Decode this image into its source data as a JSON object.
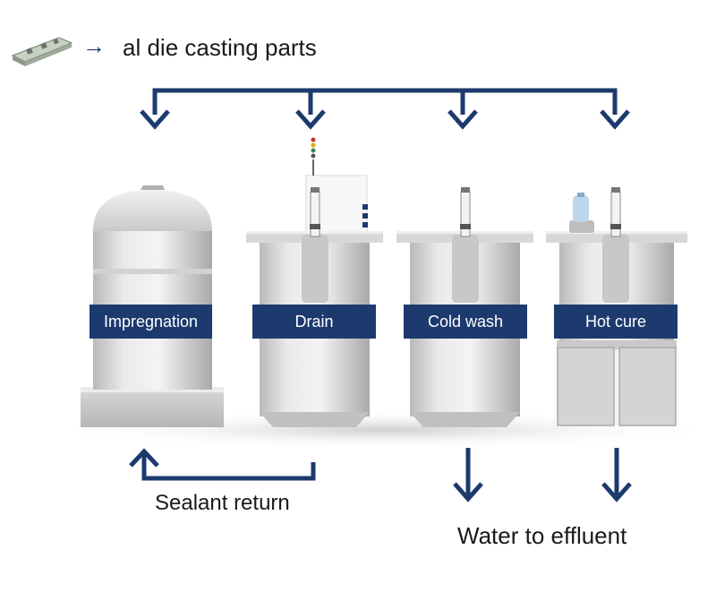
{
  "header": {
    "arrow_glyph": "→",
    "text": "al die casting parts"
  },
  "stages": [
    {
      "label": "Impregnation"
    },
    {
      "label": "Drain"
    },
    {
      "label": "Cold wash"
    },
    {
      "label": "Hot cure"
    }
  ],
  "labels": {
    "sealant_return": "Sealant return",
    "water_to_effluent": "Water to effluent"
  },
  "colors": {
    "accent_blue": "#1d3a6e",
    "tank_light": "#e6e6e6",
    "tank_shadow": "#a8a8a8"
  },
  "icons": [
    "casting-part-icon",
    "signal-light-icon",
    "sealant-bottle-icon"
  ]
}
